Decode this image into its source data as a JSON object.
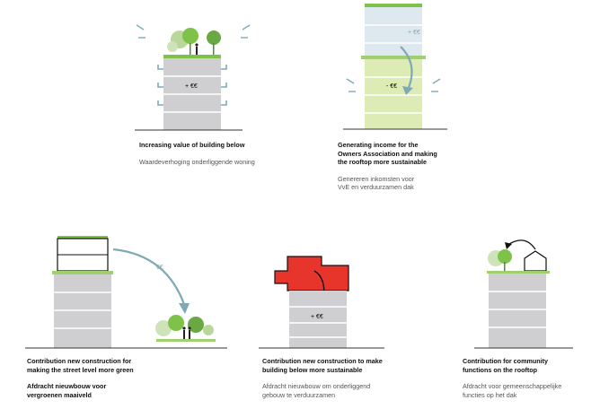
{
  "panels": [
    {
      "value_label": "+ €€",
      "title": "Increasing value of building below",
      "subtitle": "Waardeverhoging onderliggende woning"
    },
    {
      "value_label_top": "+ €€",
      "value_label_mid": "- €€",
      "title": "Generating income for the\nOwners Association and making\nthe rooftop more sustainable",
      "subtitle": "Genereren inkomsten voor\nVvE en verduurzamen dak"
    },
    {
      "value_label": "€€",
      "title": "Contribution new construction for\nmaking the street level more green",
      "subtitle": "Afdracht nieuwbouw voor\nvergroenen maaiveld"
    },
    {
      "value_label": "+ €€",
      "title": "Contribution new construction to make\nbuilding below more sustainable",
      "subtitle": "Afdracht nieuwbouw om onderliggend\ngebouw te verduurzamen"
    },
    {
      "title": "Contribution for community\nfunctions on the rooftop",
      "subtitle": "Afdracht voor gemeenschappelijke\nfuncties op het dak"
    }
  ],
  "colors": {
    "building_grey": "#cfcfd1",
    "floor_line": "#ffffff",
    "greenery": "#7fc24a",
    "tree_dark": "#4e8b3a",
    "pale_green": "#dcecb4",
    "pale_blue": "#dde9ee",
    "arrow_teal": "#7fa9b5",
    "red": "#e8352c",
    "ground": "#333333"
  }
}
